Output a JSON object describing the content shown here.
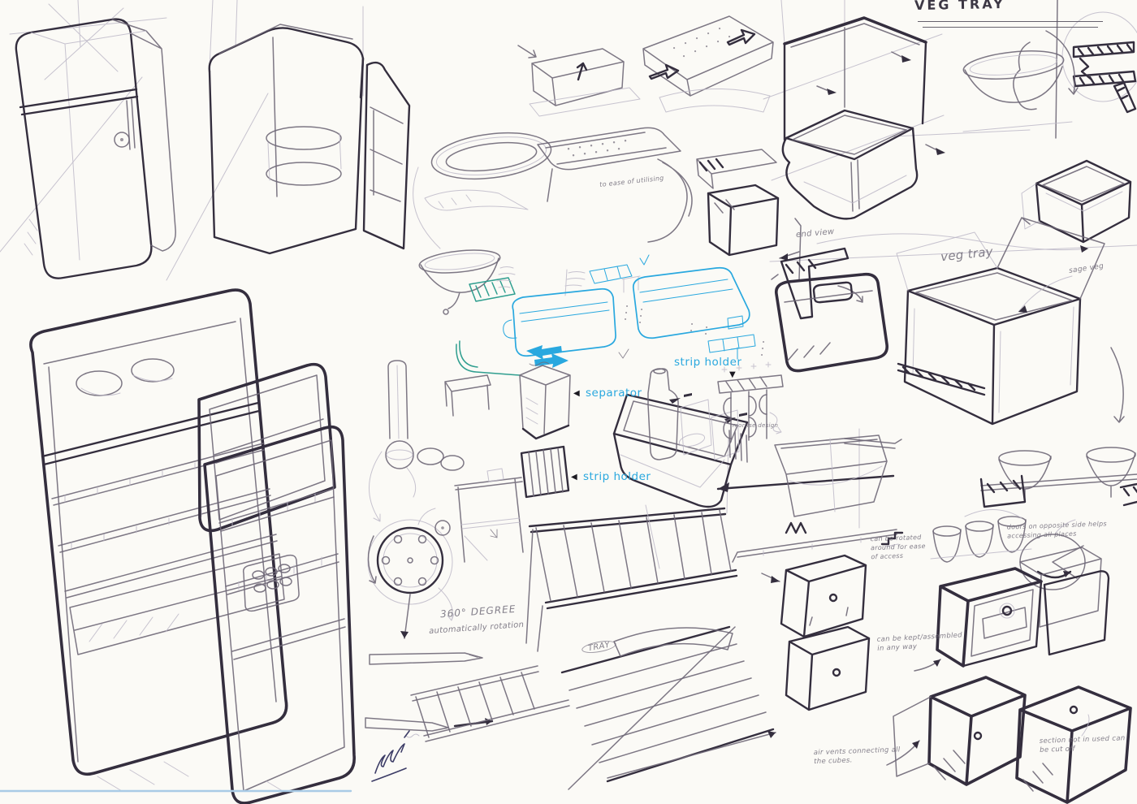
{
  "title": "VEG TRAY",
  "callouts": {
    "strip_holder_top": "strip holder",
    "separator": "separator",
    "strip_holder_mid": "strip holder"
  },
  "notes": {
    "utilising": "to ease of utilising",
    "end_view": "end view",
    "veg_tray_script": "veg tray",
    "sage_veg": "sage veg",
    "mortise": "mortise design",
    "degree": "360° DEGREE",
    "degree_sub": "automatically rotation",
    "tray": "TRAY",
    "rotate_access": "can be rotated around for ease of access",
    "opposite_doors": "doors on opposite side helps accessing all places",
    "kept_assembled": "can be kept/assembled in any way",
    "air_vents": "air vents connecting all the cubes.",
    "section_cut": "section not in used can be cut off"
  },
  "icons": {
    "pointer_left": "◀",
    "pointer_down": "▼"
  },
  "colors": {
    "paper": "#fbfaf6",
    "pencil": "#6f6878",
    "pencil_dark": "#342e3e",
    "pencil_light": "#bdb8c8",
    "ink_blue": "#29a8df",
    "ink_teal": "#2f9e8f",
    "signature_ink": "#3c3c66",
    "bottom_rule": "#a9cbe6"
  },
  "sketches": {
    "left": [
      "fridge-closed-two-door",
      "fridge-corner-open",
      "fridge-open-large"
    ],
    "middle": [
      "oval-tray",
      "perforated-tray",
      "small-tray",
      "flat-tray-arrows",
      "hanging-tray-bracket",
      "bowl",
      "blue-tray-concepts",
      "separator-piece",
      "thermometer-dial",
      "strip-block",
      "bottle-container",
      "strip-holder-detail",
      "rotation-knob",
      "stand-frame",
      "slatted-trays",
      "pencils"
    ],
    "right": [
      "veg-tray-box",
      "corner-section-detail",
      "shallow-bowl",
      "open-box",
      "end-view-profile",
      "box-with-flaps",
      "dark-container",
      "trapezoid-tub",
      "hanging-bowls",
      "cup-row",
      "circle-rotation",
      "cube-stack",
      "cube-assembly",
      "cube-dark-left",
      "cube-dark-right"
    ]
  }
}
